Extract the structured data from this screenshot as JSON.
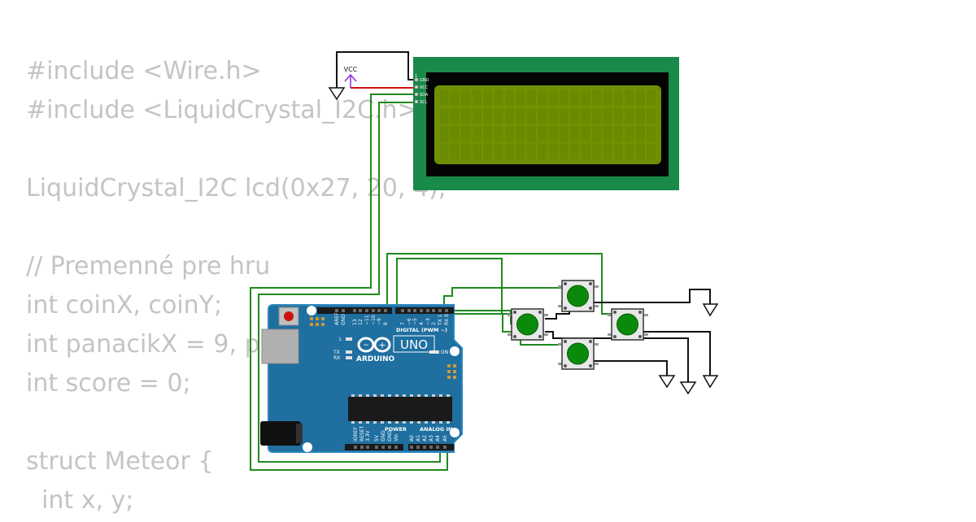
{
  "code_lines": [
    "#include <Wire.h>",
    "#include <LiquidCrystal_I2C.h>",
    "",
    "LiquidCrystal_I2C lcd(0x27, 20, 4);",
    "",
    "// Premenné pre hru",
    "int coinX, coinY;",
    "int panacikX = 9, pa",
    "int score = 0;",
    "",
    "struct Meteor {",
    "  int x, y;"
  ],
  "vcc_label": "VCC",
  "lcd": {
    "pins": [
      "GND",
      "VCC",
      "SDA",
      "SCL"
    ],
    "pin_one": "1"
  },
  "arduino": {
    "logo_text": "ARDUINO",
    "model": "UNO",
    "digital_label": "DIGITAL (PWM ~)",
    "power_label": "POWER",
    "analog_label": "ANALOG IN",
    "on_label": "ON",
    "l_label": "L",
    "tx_label": "TX",
    "rx_label": "RX",
    "top_pins": [
      "AREF",
      "GND",
      "13",
      "12",
      "~11",
      "~10",
      "~9",
      "8",
      "7",
      "~6",
      "~5",
      "4",
      "~3",
      "2",
      "TX 1",
      "RX 0"
    ],
    "bottom_pins": [
      "IOREF",
      "RESET",
      "3.3V",
      "5V",
      "GND",
      "GND",
      "Vin",
      "A0",
      "A1",
      "A2",
      "A3",
      "A4",
      "A5"
    ]
  },
  "colors": {
    "wire_green": "#1f8a1f",
    "wire_red": "#d01010",
    "vcc_purple": "#8a2be2",
    "pcb_green": "#1a8a4a",
    "lcd_screen": "#6f8f00",
    "board_blue": "#1f6fa0",
    "button_green": "#0a8a0a"
  }
}
